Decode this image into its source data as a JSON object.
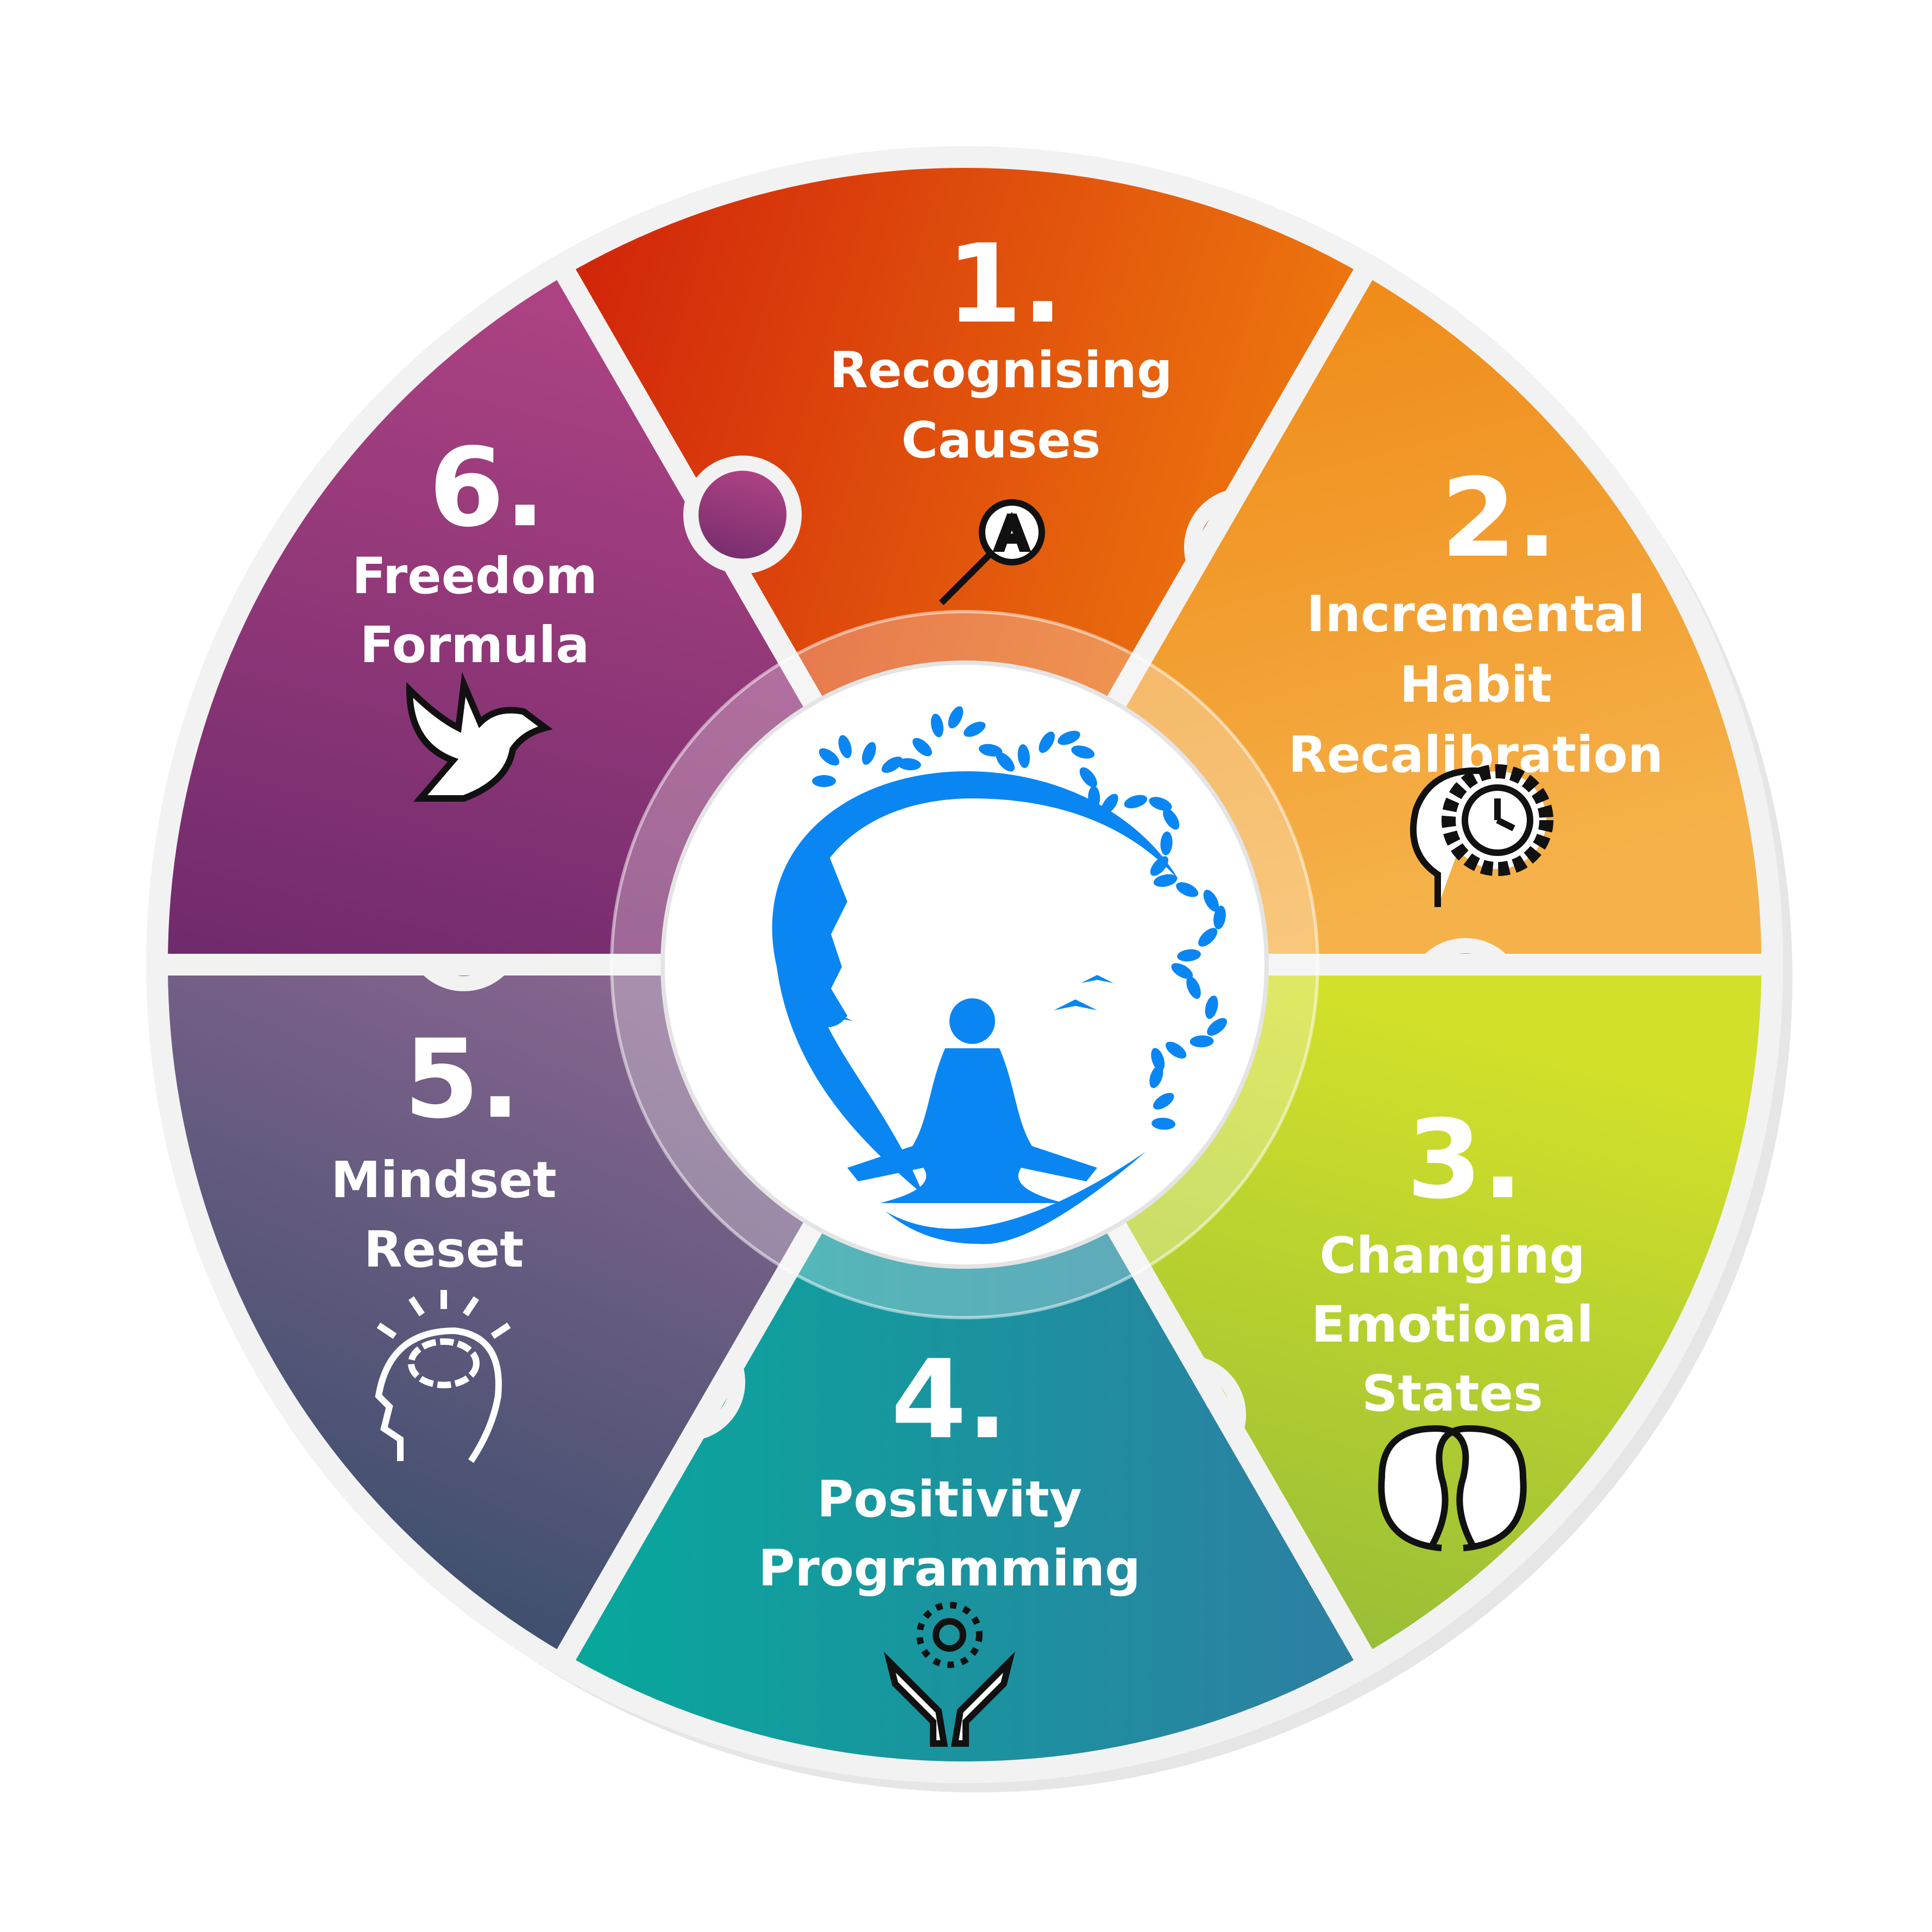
{
  "steps": [
    {
      "number": "1.",
      "lines": [
        "Recognising",
        "Causes"
      ],
      "icon": "magnifier-icon",
      "colors": [
        "#d0200a",
        "#ee7a0e"
      ]
    },
    {
      "number": "2.",
      "lines": [
        "Incremental",
        "Habit",
        "Recalibration"
      ],
      "icon": "head-clock-icon",
      "colors": [
        "#ee8410",
        "#f5b24a"
      ]
    },
    {
      "number": "3.",
      "lines": [
        "Changing",
        "Emotional",
        "States"
      ],
      "icon": "two-faces-icon",
      "colors": [
        "#8fb838",
        "#d2e02a"
      ]
    },
    {
      "number": "4.",
      "lines": [
        "Positivity",
        "Programming"
      ],
      "icon": "hands-light-icon",
      "colors": [
        "#07a89c",
        "#2e7ea2"
      ]
    },
    {
      "number": "5.",
      "lines": [
        "Mindset",
        "Reset"
      ],
      "icon": "head-brain-icon",
      "colors": [
        "#2c4a66",
        "#86648e"
      ]
    },
    {
      "number": "6.",
      "lines": [
        "Freedom",
        "Formula"
      ],
      "icon": "dove-icon",
      "colors": [
        "#6e2a6c",
        "#ac4282"
      ]
    }
  ],
  "center": {
    "icon": "meditation-tree-icon",
    "color": "#0a86f2"
  }
}
